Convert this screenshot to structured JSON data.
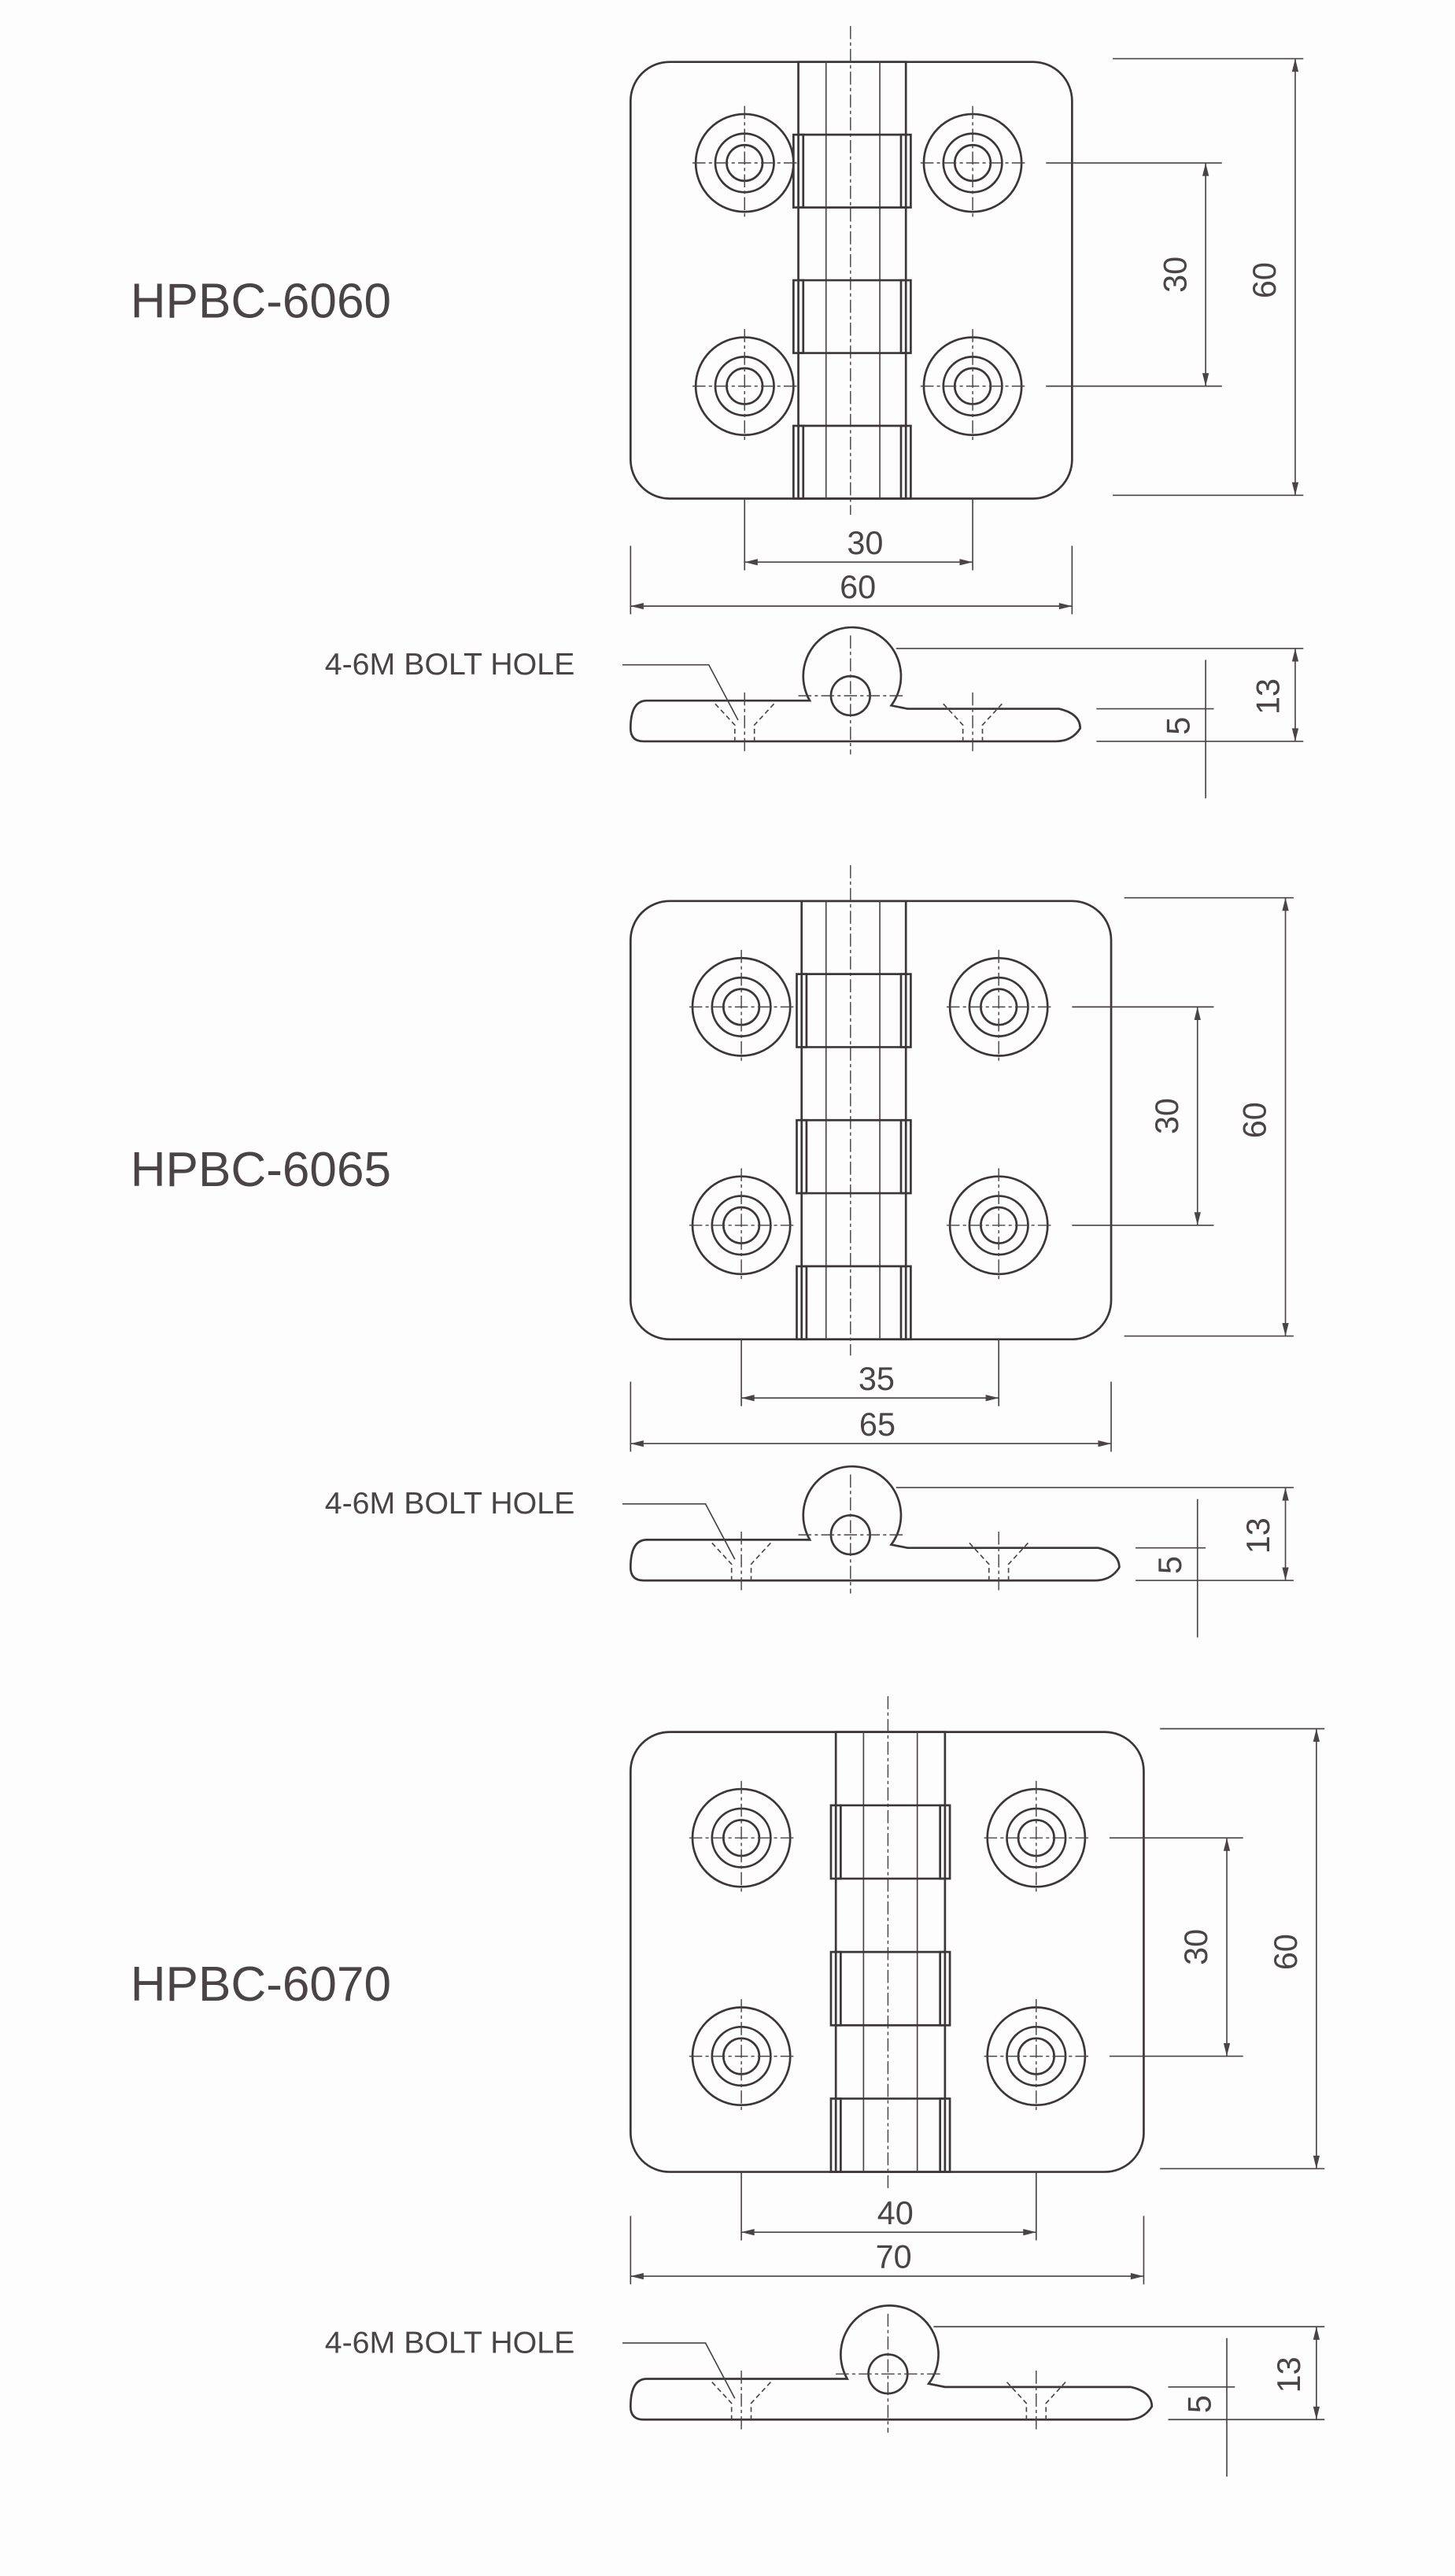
{
  "drawing": {
    "hinges": [
      {
        "model": "HPBC-6060",
        "hole_pitch_v": "30",
        "height": "60",
        "hole_pitch_h": "30",
        "width": "60",
        "leaf_thickness": "5",
        "total_thickness": "13",
        "bolt_hole_label": "4-6M BOLT HOLE"
      },
      {
        "model": "HPBC-6065",
        "hole_pitch_v": "30",
        "height": "60",
        "hole_pitch_h": "35",
        "width": "65",
        "leaf_thickness": "5",
        "total_thickness": "13",
        "bolt_hole_label": "4-6M BOLT HOLE"
      },
      {
        "model": "HPBC-6070",
        "hole_pitch_v": "30",
        "height": "60",
        "hole_pitch_h": "40",
        "width": "70",
        "leaf_thickness": "5",
        "total_thickness": "13",
        "bolt_hole_label": "4-6M BOLT HOLE"
      }
    ]
  }
}
